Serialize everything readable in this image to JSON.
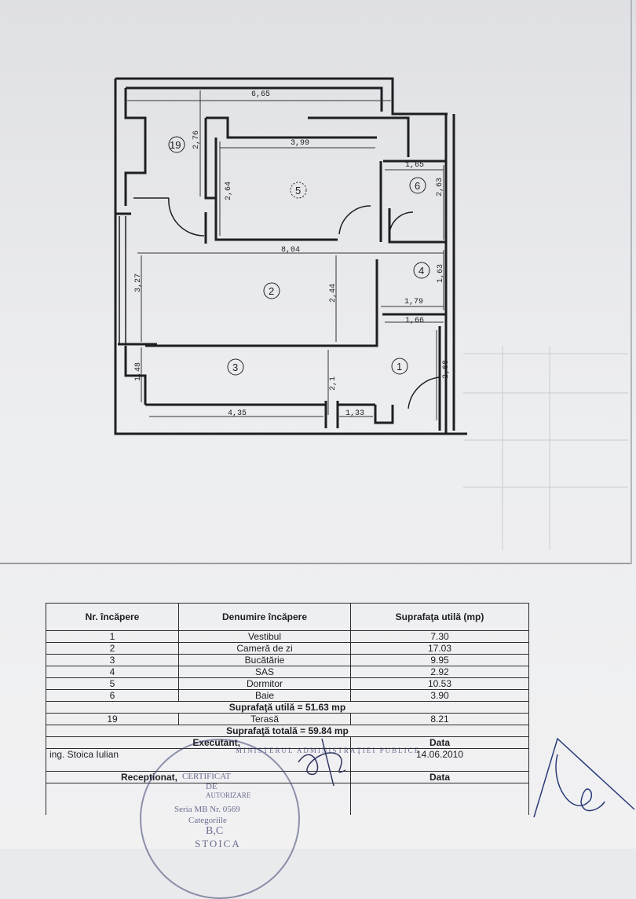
{
  "plan": {
    "dimensions": [
      "6,65",
      "3,99",
      "2,76",
      "2,64",
      "1,65",
      "2,63",
      "8,04",
      "3,27",
      "2,44",
      "1,79",
      "1,63",
      "1,66",
      "2,68",
      "1,48",
      "4,35",
      "2,1",
      "1,33"
    ],
    "room_numbers": [
      "19",
      "5",
      "6",
      "4",
      "2",
      "3",
      "1"
    ]
  },
  "table": {
    "headers": [
      "Nr. încăpere",
      "Denumire încăpere",
      "Suprafaţa utilă (mp)"
    ],
    "rows": [
      [
        "1",
        "Vestibul",
        "7.30"
      ],
      [
        "2",
        "Cameră de zi",
        "17.03"
      ],
      [
        "3",
        "Bucătărie",
        "9.95"
      ],
      [
        "4",
        "SAS",
        "2.92"
      ],
      [
        "5",
        "Dormitor",
        "10.53"
      ],
      [
        "6",
        "Baie",
        "3.90"
      ]
    ],
    "useful_total": "Suprafaţă utilă = 51.63 mp",
    "terrace": [
      "19",
      "Terasă",
      "8.21"
    ],
    "total": "Suprafaţă totală = 59.84 mp",
    "executant_label": "Executant,",
    "executant_name": "ing. Stoica Iulian",
    "data_label": "Data",
    "data_value": "14.06.2010",
    "receptionat_label": "Receptionat,",
    "data_label_2": "Data"
  },
  "stamp": {
    "line1": "CERTIFICAT",
    "line2": "DE",
    "line3": "AUTORIZARE",
    "line4": "Seria MB Nr. 0569",
    "line5": "Categoriile",
    "line6": "B,C",
    "line7": "STOICA",
    "ring": "MINISTERUL ADMINISTRAŢIEI PUBLICE"
  }
}
